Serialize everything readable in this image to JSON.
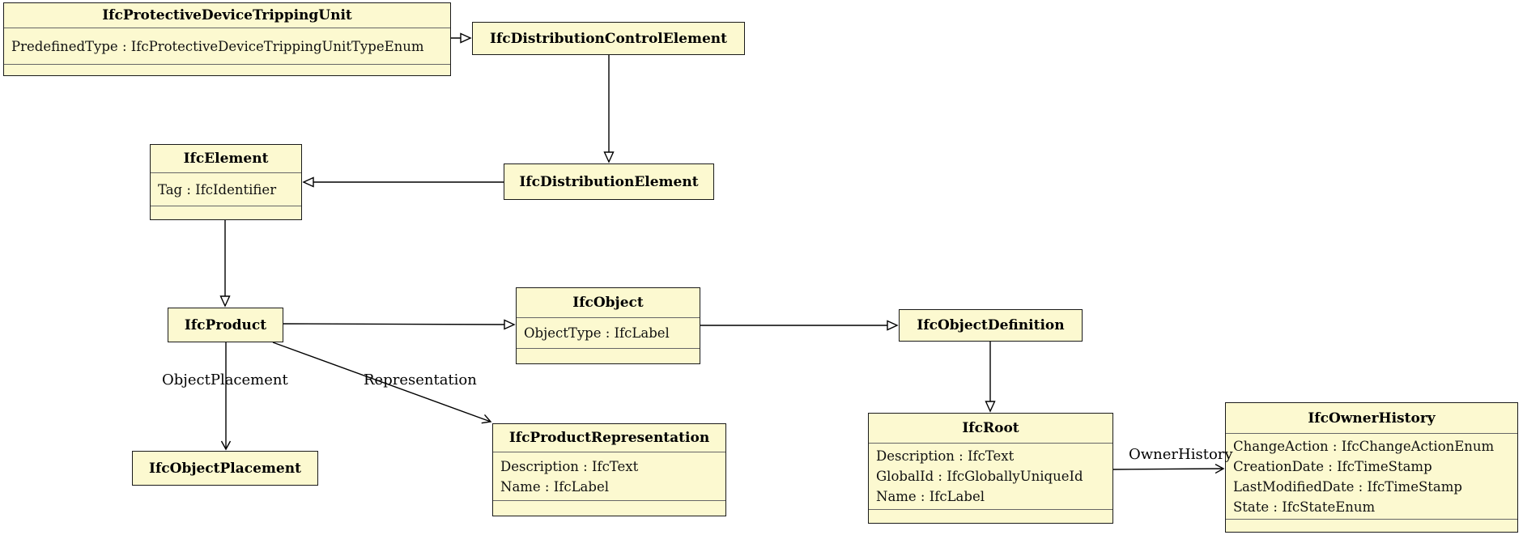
{
  "diagram": {
    "kind": "UML class diagram (IFC inheritance / association)",
    "colors": {
      "node_fill": "#fcf9d0",
      "node_border": "#1a1a1a",
      "divider": "#666666",
      "edge": "#000000",
      "background": "#ffffff"
    },
    "nodes": {
      "protective": {
        "title": "IfcProtectiveDeviceTrippingUnit",
        "attrs": [
          "PredefinedType : IfcProtectiveDeviceTrippingUnitTypeEnum"
        ]
      },
      "distcontrol": {
        "title": "IfcDistributionControlElement"
      },
      "element": {
        "title": "IfcElement",
        "attrs": [
          "Tag : IfcIdentifier"
        ]
      },
      "distelement": {
        "title": "IfcDistributionElement"
      },
      "product": {
        "title": "IfcProduct"
      },
      "object": {
        "title": "IfcObject",
        "attrs": [
          "ObjectType : IfcLabel"
        ]
      },
      "objectdef": {
        "title": "IfcObjectDefinition"
      },
      "objplacement": {
        "title": "IfcObjectPlacement"
      },
      "productrep": {
        "title": "IfcProductRepresentation",
        "attrs": [
          "Description : IfcText",
          "Name : IfcLabel"
        ]
      },
      "root": {
        "title": "IfcRoot",
        "attrs": [
          "Description : IfcText",
          "GlobalId : IfcGloballyUniqueId",
          "Name : IfcLabel"
        ]
      },
      "ownerhistory": {
        "title": "IfcOwnerHistory",
        "attrs": [
          "ChangeAction : IfcChangeActionEnum",
          "CreationDate : IfcTimeStamp",
          "LastModifiedDate : IfcTimeStamp",
          "State : IfcStateEnum"
        ]
      }
    },
    "edge_labels": {
      "object_placement": "ObjectPlacement",
      "representation": "Representation",
      "owner_history": "OwnerHistory"
    },
    "edges": [
      {
        "from": "protective",
        "to": "distcontrol",
        "type": "generalization"
      },
      {
        "from": "distcontrol",
        "to": "distelement",
        "type": "generalization"
      },
      {
        "from": "distelement",
        "to": "element",
        "type": "generalization"
      },
      {
        "from": "element",
        "to": "product",
        "type": "generalization"
      },
      {
        "from": "product",
        "to": "object",
        "type": "generalization"
      },
      {
        "from": "object",
        "to": "objectdef",
        "type": "generalization"
      },
      {
        "from": "objectdef",
        "to": "root",
        "type": "generalization"
      },
      {
        "from": "product",
        "to": "objplacement",
        "type": "association",
        "label": "ObjectPlacement"
      },
      {
        "from": "product",
        "to": "productrep",
        "type": "association",
        "label": "Representation"
      },
      {
        "from": "root",
        "to": "ownerhistory",
        "type": "association",
        "label": "OwnerHistory"
      }
    ]
  }
}
